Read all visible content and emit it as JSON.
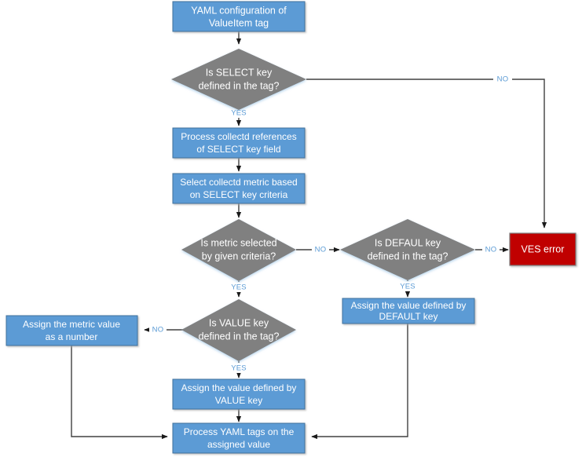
{
  "diagram": {
    "title": "YAML ValueItem tag processing flowchart",
    "colors": {
      "process_fill": "#5B9BD5",
      "process_stroke": "#41719C",
      "decision_fill": "#808080",
      "error_fill": "#C00000",
      "edge_stroke": "#404040",
      "edge_label": "#5B9BD5",
      "node_text": "#FFFFFF",
      "background": "#FFFFFF"
    },
    "nodes": [
      {
        "id": "start",
        "type": "process",
        "lines": [
          "YAML configuration of",
          "ValueItem tag"
        ]
      },
      {
        "id": "select-key",
        "type": "decision",
        "lines": [
          "Is SELECT key",
          "defined in the tag?"
        ]
      },
      {
        "id": "process-refs",
        "type": "process",
        "lines": [
          "Process collectd references",
          "of SELECT key field"
        ]
      },
      {
        "id": "select-metric",
        "type": "process",
        "lines": [
          "Select collectd metric based",
          "on SELECT key criteria"
        ]
      },
      {
        "id": "metric-selected",
        "type": "decision",
        "lines": [
          "Is metric selected",
          "by given criteria?"
        ]
      },
      {
        "id": "defaul-key",
        "type": "decision",
        "lines": [
          "Is DEFAUL key",
          "defined in the tag?"
        ]
      },
      {
        "id": "ves-error",
        "type": "error",
        "lines": [
          "VES error"
        ]
      },
      {
        "id": "assign-default",
        "type": "process",
        "lines": [
          "Assign the value defined by",
          "DEFAULT key"
        ]
      },
      {
        "id": "value-key",
        "type": "decision",
        "lines": [
          "Is VALUE key",
          "defined in the tag?"
        ]
      },
      {
        "id": "assign-number",
        "type": "process",
        "lines": [
          "Assign the metric value",
          "as a number"
        ]
      },
      {
        "id": "assign-value",
        "type": "process",
        "lines": [
          "Assign the value defined by",
          "VALUE key"
        ]
      },
      {
        "id": "process-yaml",
        "type": "process",
        "lines": [
          "Process YAML tags on the",
          "assigned value"
        ]
      }
    ],
    "edge_labels": {
      "select_no": "NO",
      "select_yes": "YES",
      "metric_no": "NO",
      "metric_yes": "YES",
      "defaul_no": "NO",
      "defaul_yes": "YES",
      "value_no": "NO",
      "value_yes": "YES"
    },
    "edges": [
      {
        "id": "start-to-select",
        "from": "start",
        "to": "select-key",
        "label": ""
      },
      {
        "id": "select-no-to-error",
        "from": "select-key",
        "to": "ves-error",
        "label": "NO"
      },
      {
        "id": "select-yes-to-refs",
        "from": "select-key",
        "to": "process-refs",
        "label": "YES"
      },
      {
        "id": "refs-to-metric-select",
        "from": "process-refs",
        "to": "select-metric",
        "label": ""
      },
      {
        "id": "metric-select-to-decision",
        "from": "select-metric",
        "to": "metric-selected",
        "label": ""
      },
      {
        "id": "metric-no-to-defaul",
        "from": "metric-selected",
        "to": "defaul-key",
        "label": "NO"
      },
      {
        "id": "metric-yes-to-value",
        "from": "metric-selected",
        "to": "value-key",
        "label": "YES"
      },
      {
        "id": "defaul-no-to-error",
        "from": "defaul-key",
        "to": "ves-error",
        "label": "NO"
      },
      {
        "id": "defaul-yes-to-assign",
        "from": "defaul-key",
        "to": "assign-default",
        "label": "YES"
      },
      {
        "id": "assign-default-to-yaml",
        "from": "assign-default",
        "to": "process-yaml",
        "label": ""
      },
      {
        "id": "value-no-to-number",
        "from": "value-key",
        "to": "assign-number",
        "label": "NO"
      },
      {
        "id": "value-yes-to-assign",
        "from": "value-key",
        "to": "assign-value",
        "label": "YES"
      },
      {
        "id": "assign-value-to-yaml",
        "from": "assign-value",
        "to": "process-yaml",
        "label": ""
      },
      {
        "id": "assign-number-to-yaml",
        "from": "assign-number",
        "to": "process-yaml",
        "label": ""
      }
    ]
  }
}
